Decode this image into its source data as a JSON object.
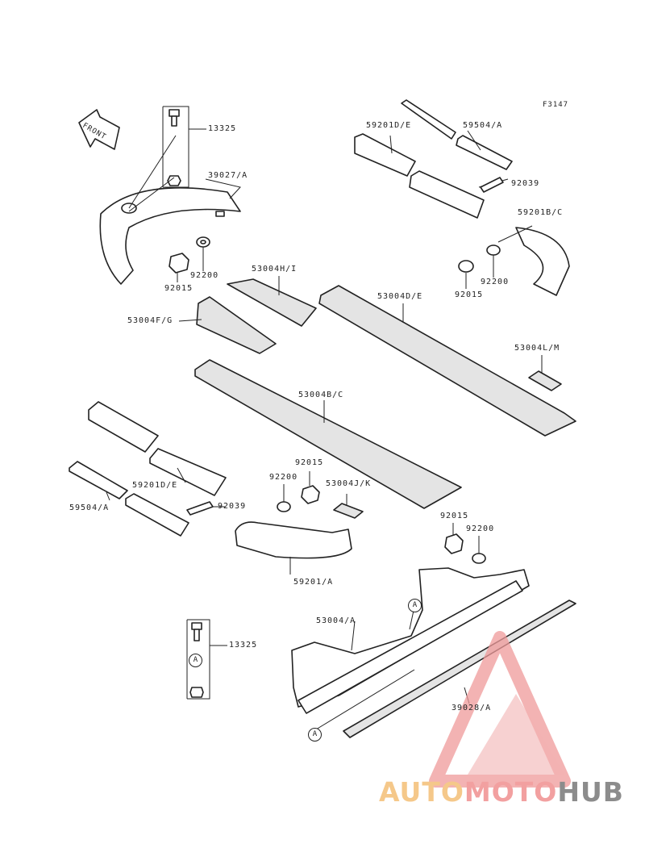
{
  "figure_code": "F3147",
  "front_label": "FRONT",
  "ref_mark": "A",
  "callouts": {
    "p13325_top": "13325",
    "p39027": "39027/A",
    "p92015_left": "92015",
    "p92200_left": "92200",
    "p59201de_top": "59201D/E",
    "p59504_top": "59504/A",
    "p92039_top": "92039",
    "p59201bc": "59201B/C",
    "p92200_right": "92200",
    "p92015_right": "92015",
    "p53004hi": "53004H/I",
    "p53004de": "53004D/E",
    "p53004fg": "53004F/G",
    "p53004lm": "53004L/M",
    "p53004bc": "53004B/C",
    "p92015_mid": "92015",
    "p92200_mid": "92200",
    "p53004jk": "53004J/K",
    "p59201de_bottom": "59201D/E",
    "p59504_bottom": "59504/A",
    "p92039_bottom": "92039",
    "p59201a": "59201/A",
    "p92015_low": "92015",
    "p92200_low": "92200",
    "p53004a": "53004/A",
    "p13325_bottom": "13325",
    "p39028": "39028/A"
  },
  "watermark": {
    "auto": "AUTO",
    "moto": "MOTO",
    "hub": "HUB",
    "colors": {
      "auto": "#f5c88a",
      "moto": "#f2a0a0",
      "hub": "#8c8c8c",
      "triangle": "#ef9a9a"
    }
  }
}
